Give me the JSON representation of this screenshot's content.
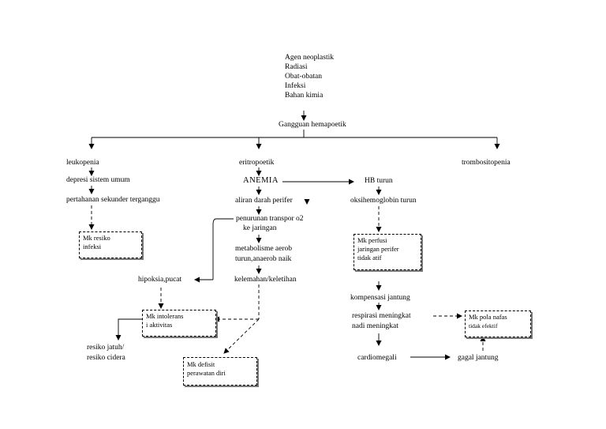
{
  "causes": [
    "Agen neoplastik",
    "Radiasi",
    "Obat-obatan",
    "Infeksi",
    "Bahan kimia"
  ],
  "nodes": {
    "gangguan": "Gangguan hemapoetik",
    "leukopenia": "leukopenia",
    "eritropoetik": "eritropoetik",
    "trombositopenia": "trombositopenia",
    "depresi": "depresi sistem umum",
    "pertahanan": "pertahanan sekunder terganggu",
    "anemia": "ANEMIA",
    "hb_turun": "HB turun",
    "aliran": "aliran darah perifer",
    "penurunan_1": "penurunan transpor o2",
    "penurunan_2": "ke jaringan",
    "oksihemo": "oksihemoglobin turun",
    "metabolisme_1": "metabolisme aerob",
    "metabolisme_2": "turun,anaerob naik",
    "hipoksia": "hipoksia,pucat",
    "kelemahan": "kelemahan/keletihan",
    "kompensasi": "kompensasi jantung",
    "respirasi_1": "respirasi meningkat",
    "respirasi_2": "nadi meningkat",
    "resiko_jatuh_1": "resiko jatuh/",
    "resiko_jatuh_2": "resiko cidera",
    "cardiomegali": "cardiomegali",
    "gagal": "gagal jantung"
  },
  "boxes": {
    "resiko_infeksi": [
      "Mk resiko",
      "infeksi"
    ],
    "perfusi": [
      "Mk perfusi",
      "jaringan perifer",
      "tidak atif"
    ],
    "intoleransi": [
      "Mk intolerans",
      "i aktivitas"
    ],
    "pola_nafas": [
      "Mk pola nafas",
      "tidak efektif"
    ],
    "defisit": [
      "Mk defisit",
      "perawatan diri"
    ]
  }
}
